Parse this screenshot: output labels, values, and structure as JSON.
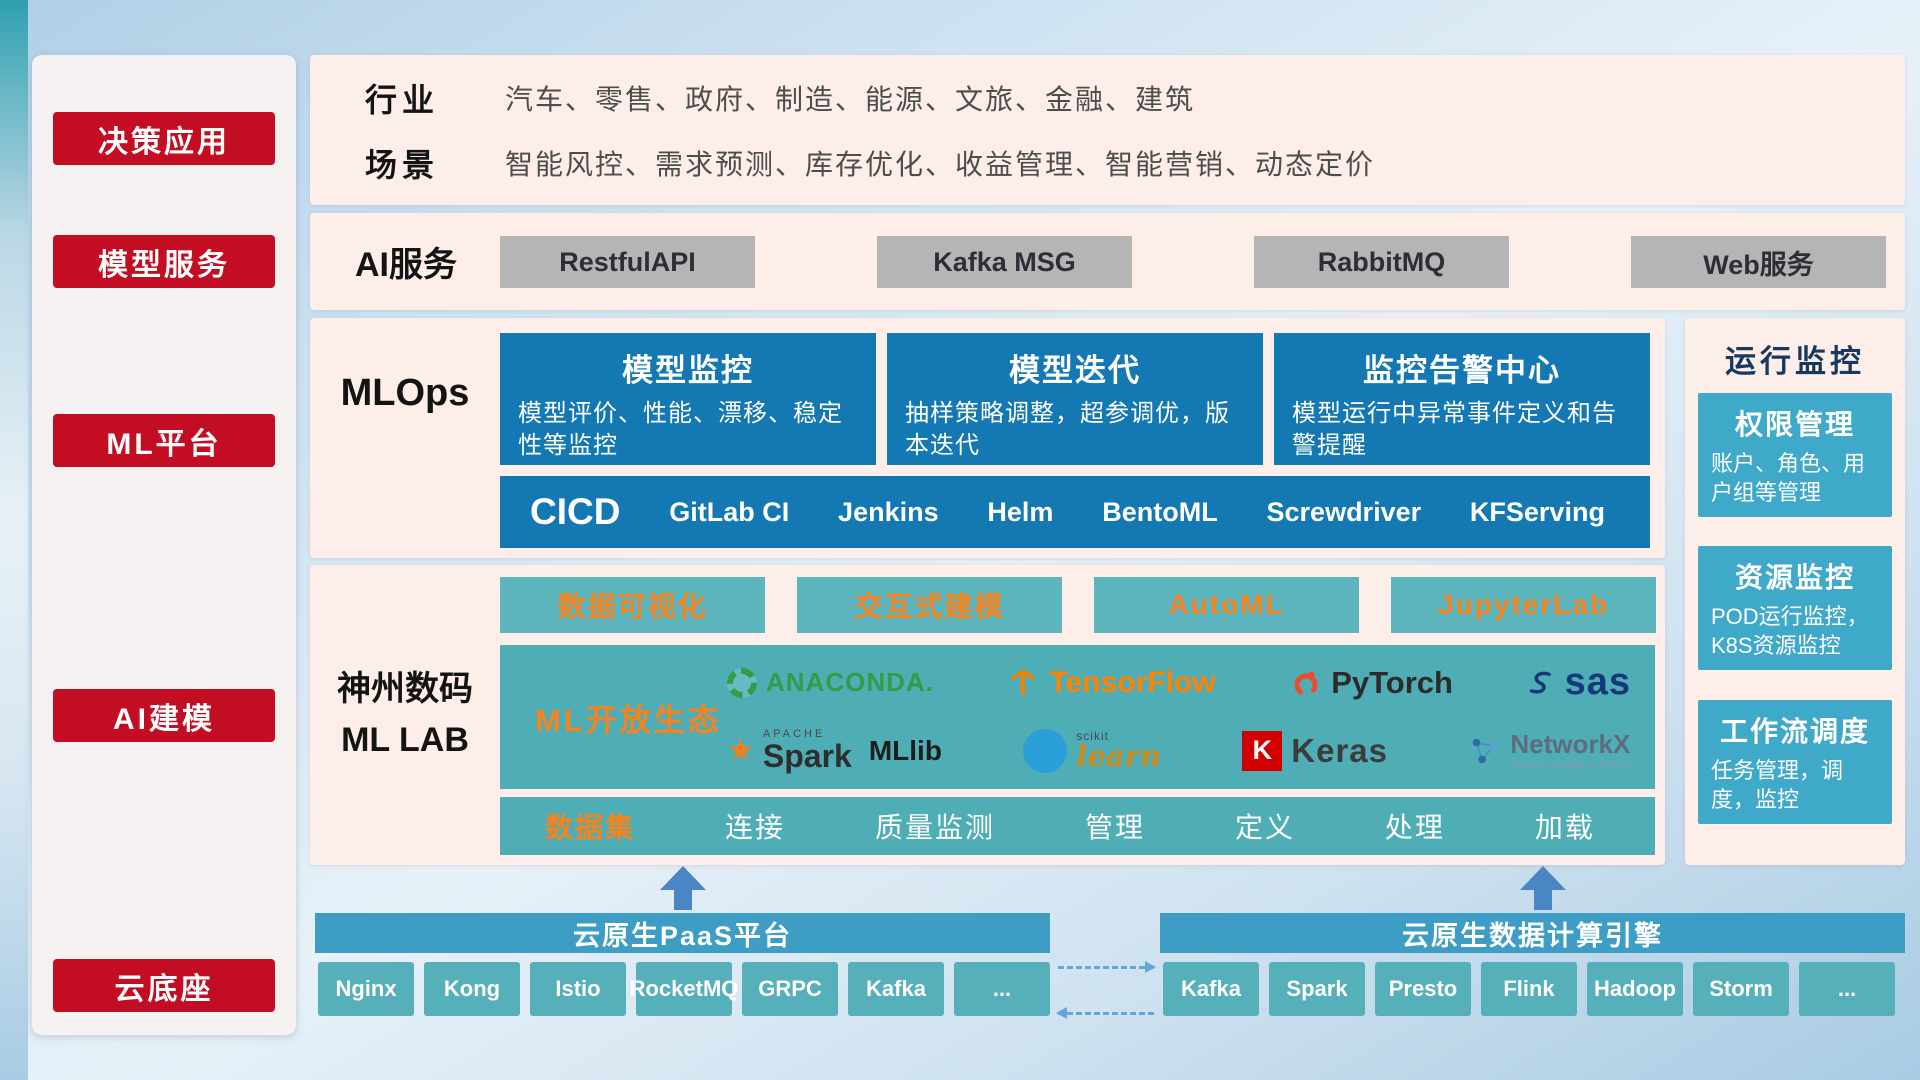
{
  "sidebar": {
    "items": [
      "决策应用",
      "模型服务",
      "ML平台",
      "AI建模",
      "云底座"
    ]
  },
  "industry": {
    "rows": [
      {
        "label": "行业",
        "text": "汽车、零售、政府、制造、能源、文旅、金融、建筑"
      },
      {
        "label": "场景",
        "text": "智能风控、需求预测、库存优化、收益管理、智能营销、动态定价"
      }
    ]
  },
  "ai_service": {
    "label": "AI服务",
    "items": [
      "RestfulAPI",
      "Kafka MSG",
      "RabbitMQ",
      "Web服务"
    ]
  },
  "mlops": {
    "label": "MLOps",
    "cards": [
      {
        "title": "模型监控",
        "desc": "模型评价、性能、漂移、稳定性等监控"
      },
      {
        "title": "模型迭代",
        "desc": "抽样策略调整，超参调优，版本迭代"
      },
      {
        "title": "监控告警中心",
        "desc": "模型运行中异常事件定义和告警提醒"
      }
    ],
    "cicd_label": "CICD",
    "cicd_items": [
      "GitLab CI",
      "Jenkins",
      "Helm",
      "BentoML",
      "Screwdriver",
      "KFServing"
    ]
  },
  "mllab": {
    "label_line1": "神州数码",
    "label_line2": "ML LAB",
    "tools": [
      "数据可视化",
      "交互式建模",
      "AutoML",
      "JupyterLab"
    ],
    "ecosystem_label": "ML开放生态",
    "logos": {
      "anaconda": "ANACONDA.",
      "tensorflow": "TensorFlow",
      "pytorch": "PyTorch",
      "sas": "sas",
      "spark_apache": "APACHE",
      "spark": "Spark",
      "mllib": "MLlib",
      "scikit_top": "scikit",
      "scikit": "learn",
      "keras_k": "K",
      "keras": "Keras",
      "networkx": "NetworkX",
      "networkx_sub": "Network Analysis in Python"
    },
    "dataset_label": "数据集",
    "dataset_items": [
      "连接",
      "质量监测",
      "管理",
      "定义",
      "处理",
      "加载"
    ]
  },
  "monitoring": {
    "title": "运行监控",
    "cards": [
      {
        "title": "权限管理",
        "desc": "账户、角色、用户组等管理"
      },
      {
        "title": "资源监控",
        "desc": "POD运行监控，K8S资源监控"
      },
      {
        "title": "工作流调度",
        "desc": "任务管理，调度，监控"
      }
    ]
  },
  "cloud": {
    "paas_title": "云原生PaaS平台",
    "paas_items": [
      "Nginx",
      "Kong",
      "Istio",
      "RocketMQ",
      "GRPC",
      "Kafka",
      "..."
    ],
    "engine_title": "云原生数据计算引擎",
    "engine_items": [
      "Kafka",
      "Spark",
      "Presto",
      "Flink",
      "Hadoop",
      "Storm",
      "..."
    ]
  },
  "colors": {
    "sidebar_red": "#c30d23",
    "panel_pink": "#fdeee9",
    "mlops_blue": "#1478b3",
    "teal": "#4fadb5",
    "monitor_teal": "#3fa9c9",
    "accent_orange": "#f5831f",
    "gray_chip": "#b5b5b5"
  }
}
